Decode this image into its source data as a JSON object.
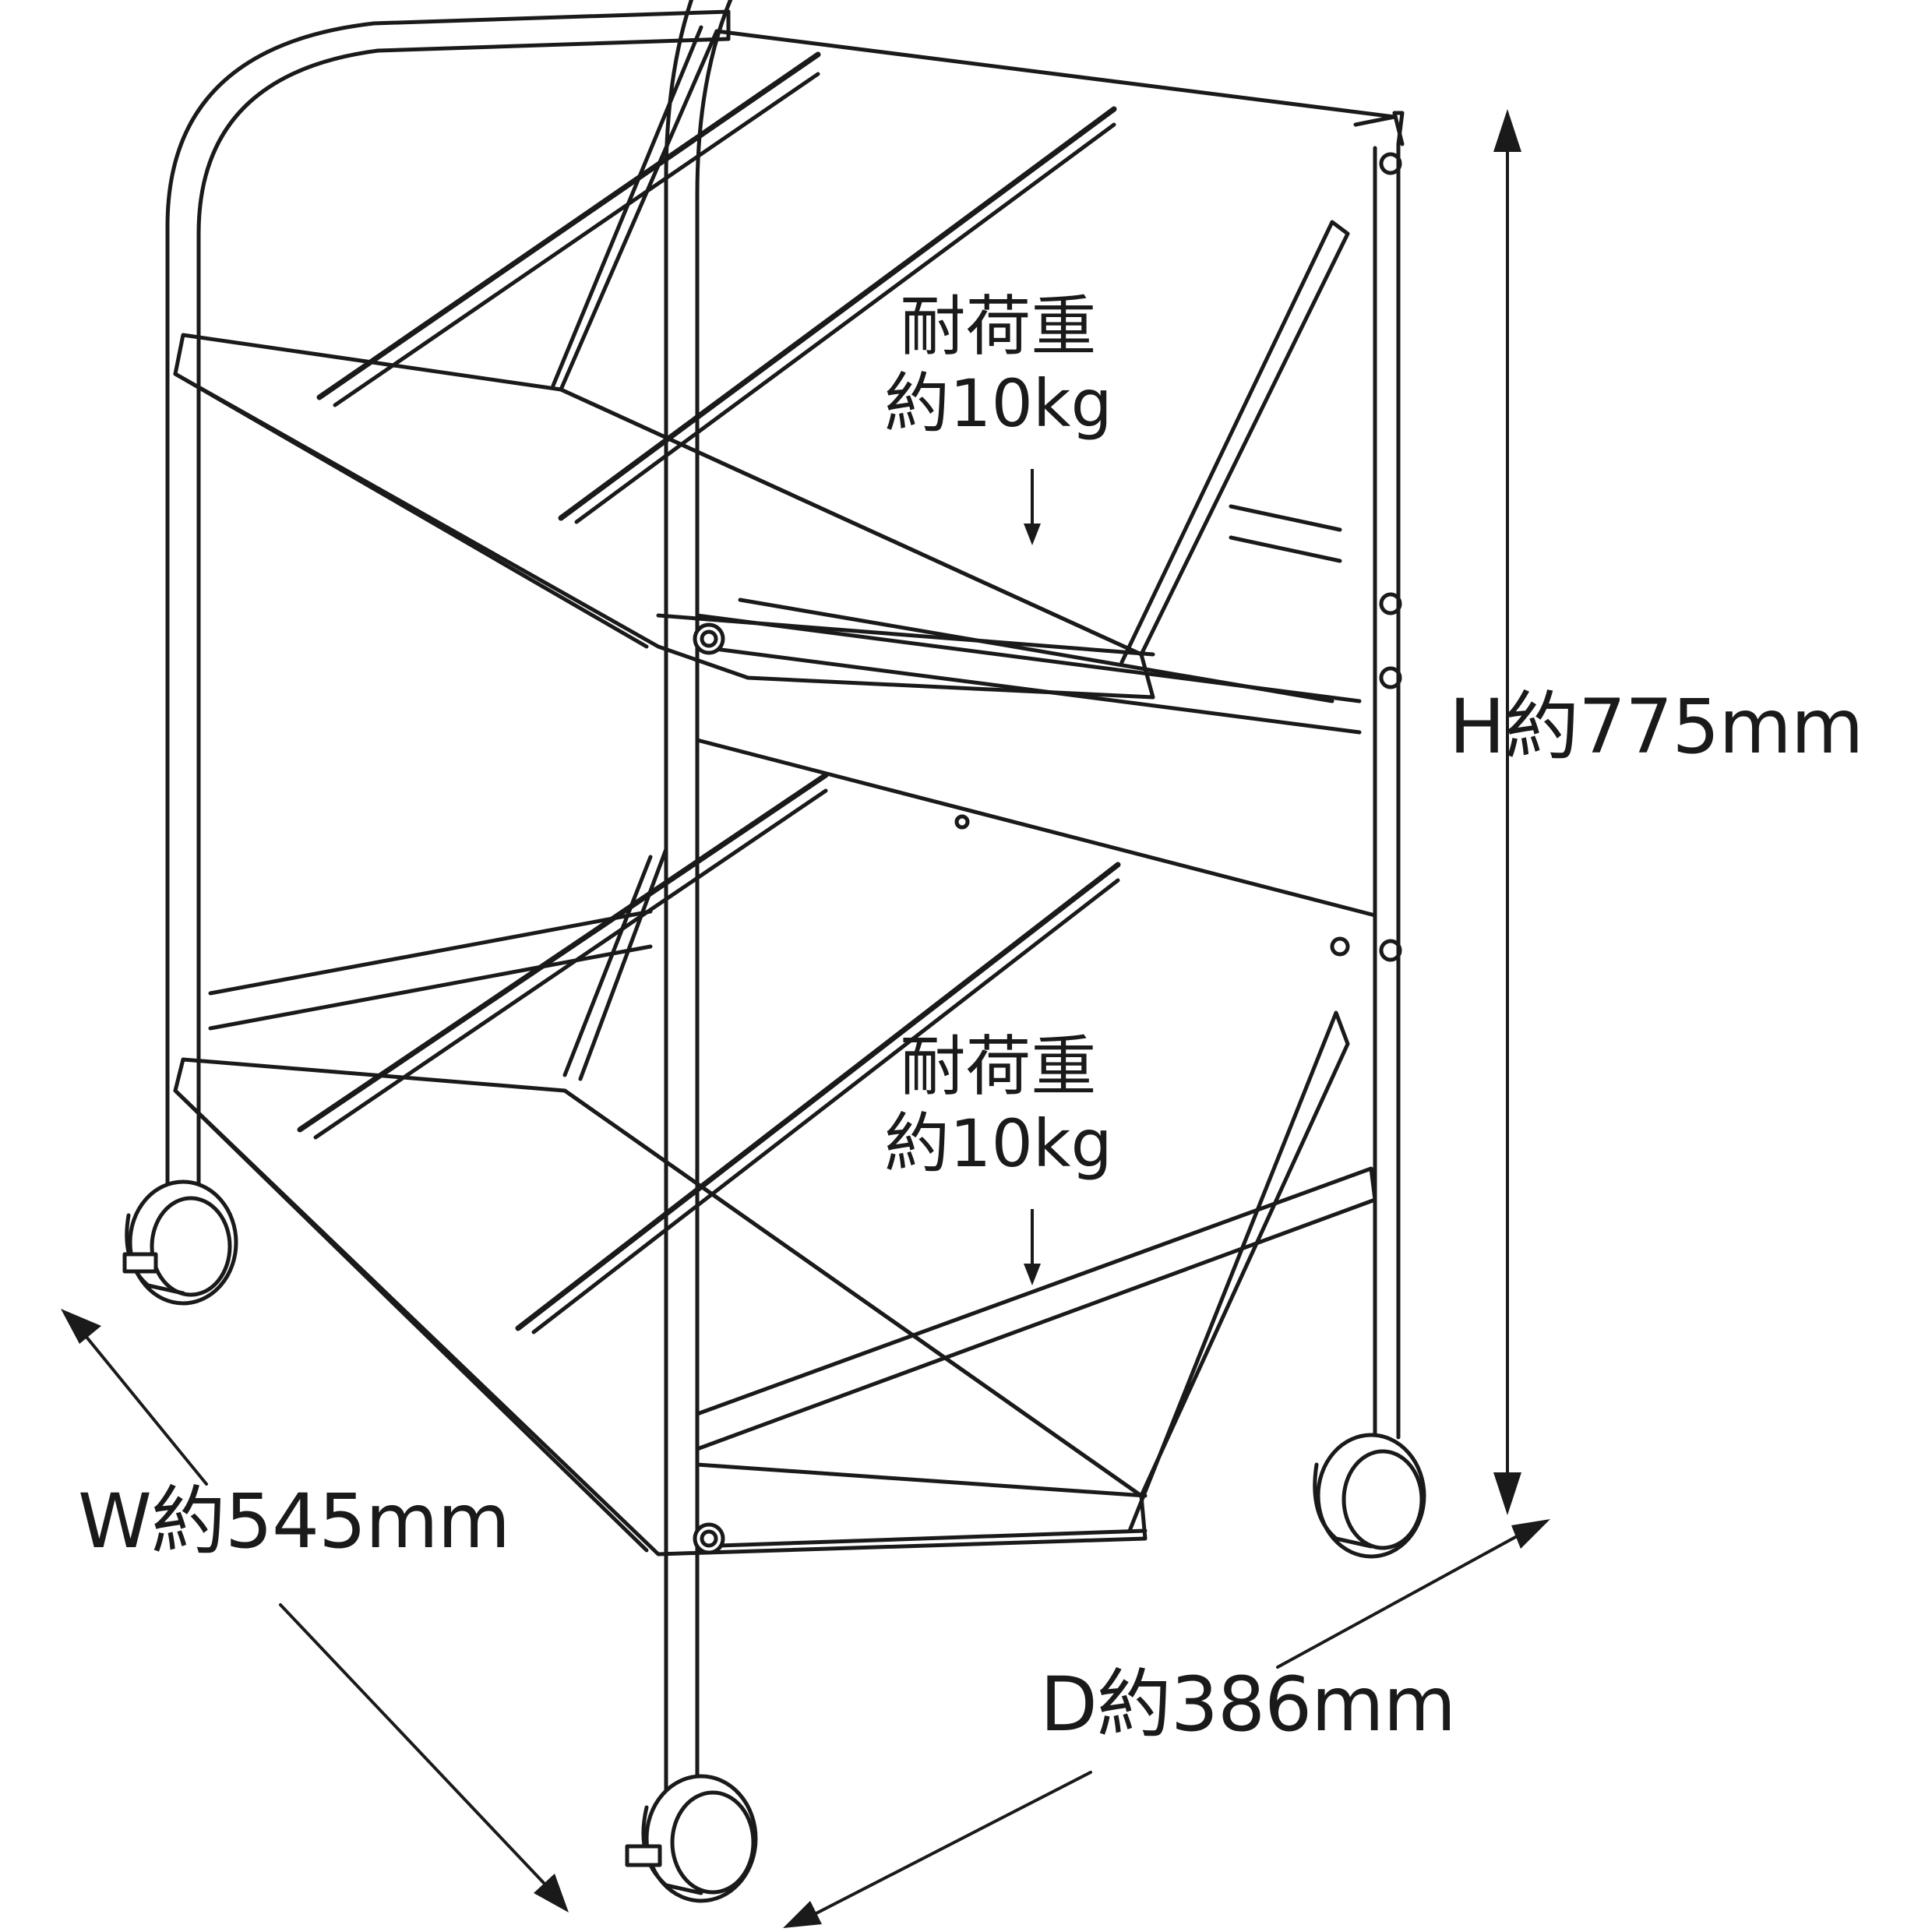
{
  "dimensions": {
    "height": "H約775mm",
    "width": "W約545mm",
    "depth": "D約386mm"
  },
  "shelves": [
    {
      "load_line1": "耐荷重",
      "load_line2": "約10kg"
    },
    {
      "load_line1": "耐荷重",
      "load_line2": "約10kg"
    }
  ],
  "colors": {
    "line": "#1a1a1a",
    "background": "#ffffff"
  }
}
